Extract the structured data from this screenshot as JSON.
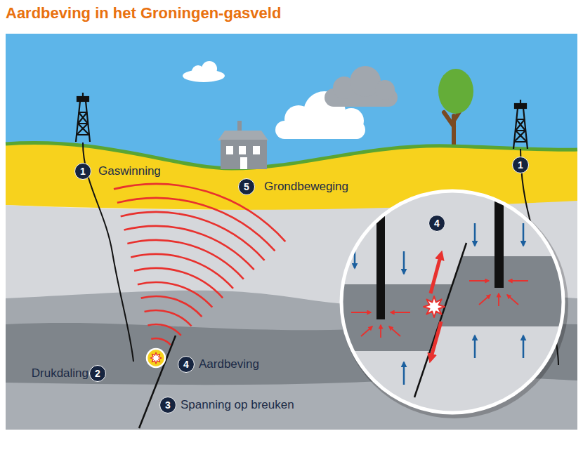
{
  "diagram": {
    "title": "Aardbeving in het Groningen-gasveld",
    "nodes": [
      {
        "text": [
          "1"
        ]
      },
      {
        "text": [
          "1"
        ]
      },
      {
        "text": [
          "5"
        ]
      },
      {
        "text": [
          "4"
        ]
      },
      {
        "text": [
          "2"
        ]
      },
      {
        "text": [
          "4"
        ]
      },
      {
        "text": [
          "3"
        ]
      }
    ],
    "labels": [
      "Gaswinning",
      "Grondbeweging",
      "Drukdaling",
      "Aardbeving",
      "Spanning op breuken"
    ]
  }
}
